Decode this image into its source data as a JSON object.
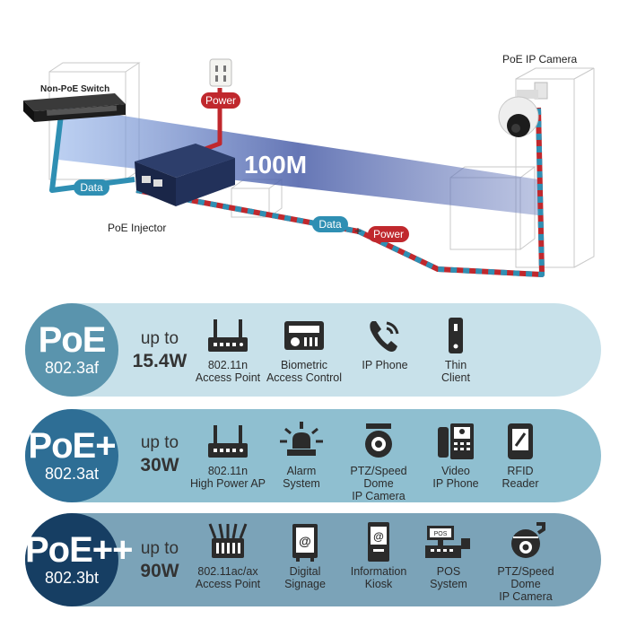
{
  "diagram": {
    "switch_label": "Non-PoE Switch",
    "camera_label": "PoE IP Camera",
    "injector_label": "PoE Injector",
    "speed_label": "100M",
    "data_tag": "Data",
    "power_tag": "Power",
    "combo_data_tag": "Data",
    "combo_plus": "+",
    "combo_power_tag": "Power",
    "colors": {
      "data": "#2f8fb3",
      "power": "#c0282d",
      "beam": "#3b4fa0"
    }
  },
  "standards": [
    {
      "name": "PoE",
      "code": "802.3af",
      "up_to": "up to",
      "power": "15.4W",
      "devices": [
        {
          "icon": "router-icon",
          "line1": "802.11n",
          "line2": "Access Point"
        },
        {
          "icon": "biometric-reader-icon",
          "line1": "Biometric",
          "line2": "Access Control"
        },
        {
          "icon": "phone-icon",
          "line1": "IP Phone",
          "line2": ""
        },
        {
          "icon": "thin-client-icon",
          "line1": "Thin",
          "line2": "Client"
        }
      ]
    },
    {
      "name": "PoE+",
      "code": "802.3at",
      "up_to": "up to",
      "power": "30W",
      "devices": [
        {
          "icon": "router-icon",
          "line1": "802.11n",
          "line2": "High Power AP"
        },
        {
          "icon": "alarm-light-icon",
          "line1": "Alarm",
          "line2": "System"
        },
        {
          "icon": "dome-camera-icon",
          "line1": "PTZ/Speed Dome",
          "line2": "IP Camera"
        },
        {
          "icon": "video-phone-icon",
          "line1": "Video",
          "line2": "IP Phone"
        },
        {
          "icon": "rfid-reader-icon",
          "line1": "RFID",
          "line2": "Reader"
        }
      ]
    },
    {
      "name": "PoE++",
      "code": "802.3bt",
      "up_to": "up to",
      "power": "90W",
      "devices": [
        {
          "icon": "multi-antenna-ap-icon",
          "line1": "802.11ac/ax",
          "line2": "Access Point"
        },
        {
          "icon": "digital-signage-icon",
          "line1": "Digital",
          "line2": "Signage"
        },
        {
          "icon": "kiosk-icon",
          "line1": "Information",
          "line2": "Kiosk"
        },
        {
          "icon": "pos-terminal-icon",
          "line1": "POS",
          "line2": "System"
        },
        {
          "icon": "ptz-camera-icon",
          "line1": "PTZ/Speed Dome",
          "line2": "IP Camera"
        }
      ]
    }
  ]
}
